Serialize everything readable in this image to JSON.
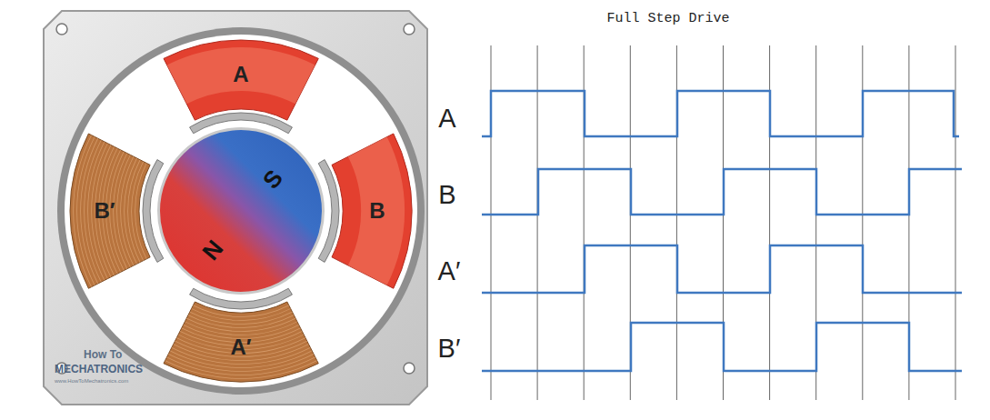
{
  "diagram": {
    "title": "Full Step Drive",
    "nodes": [
      {
        "text": [
          "A"
        ]
      },
      {
        "text": [
          "B′"
        ]
      },
      {
        "text": [
          "S",
          "N"
        ]
      },
      {
        "text": [
          "B"
        ]
      },
      {
        "text": [
          "A′"
        ]
      }
    ],
    "labels": [
      "A",
      "B",
      "A′",
      "B′",
      "How To",
      "MECHATRONICS",
      "www.HowToMechatronics.com"
    ]
  }
}
